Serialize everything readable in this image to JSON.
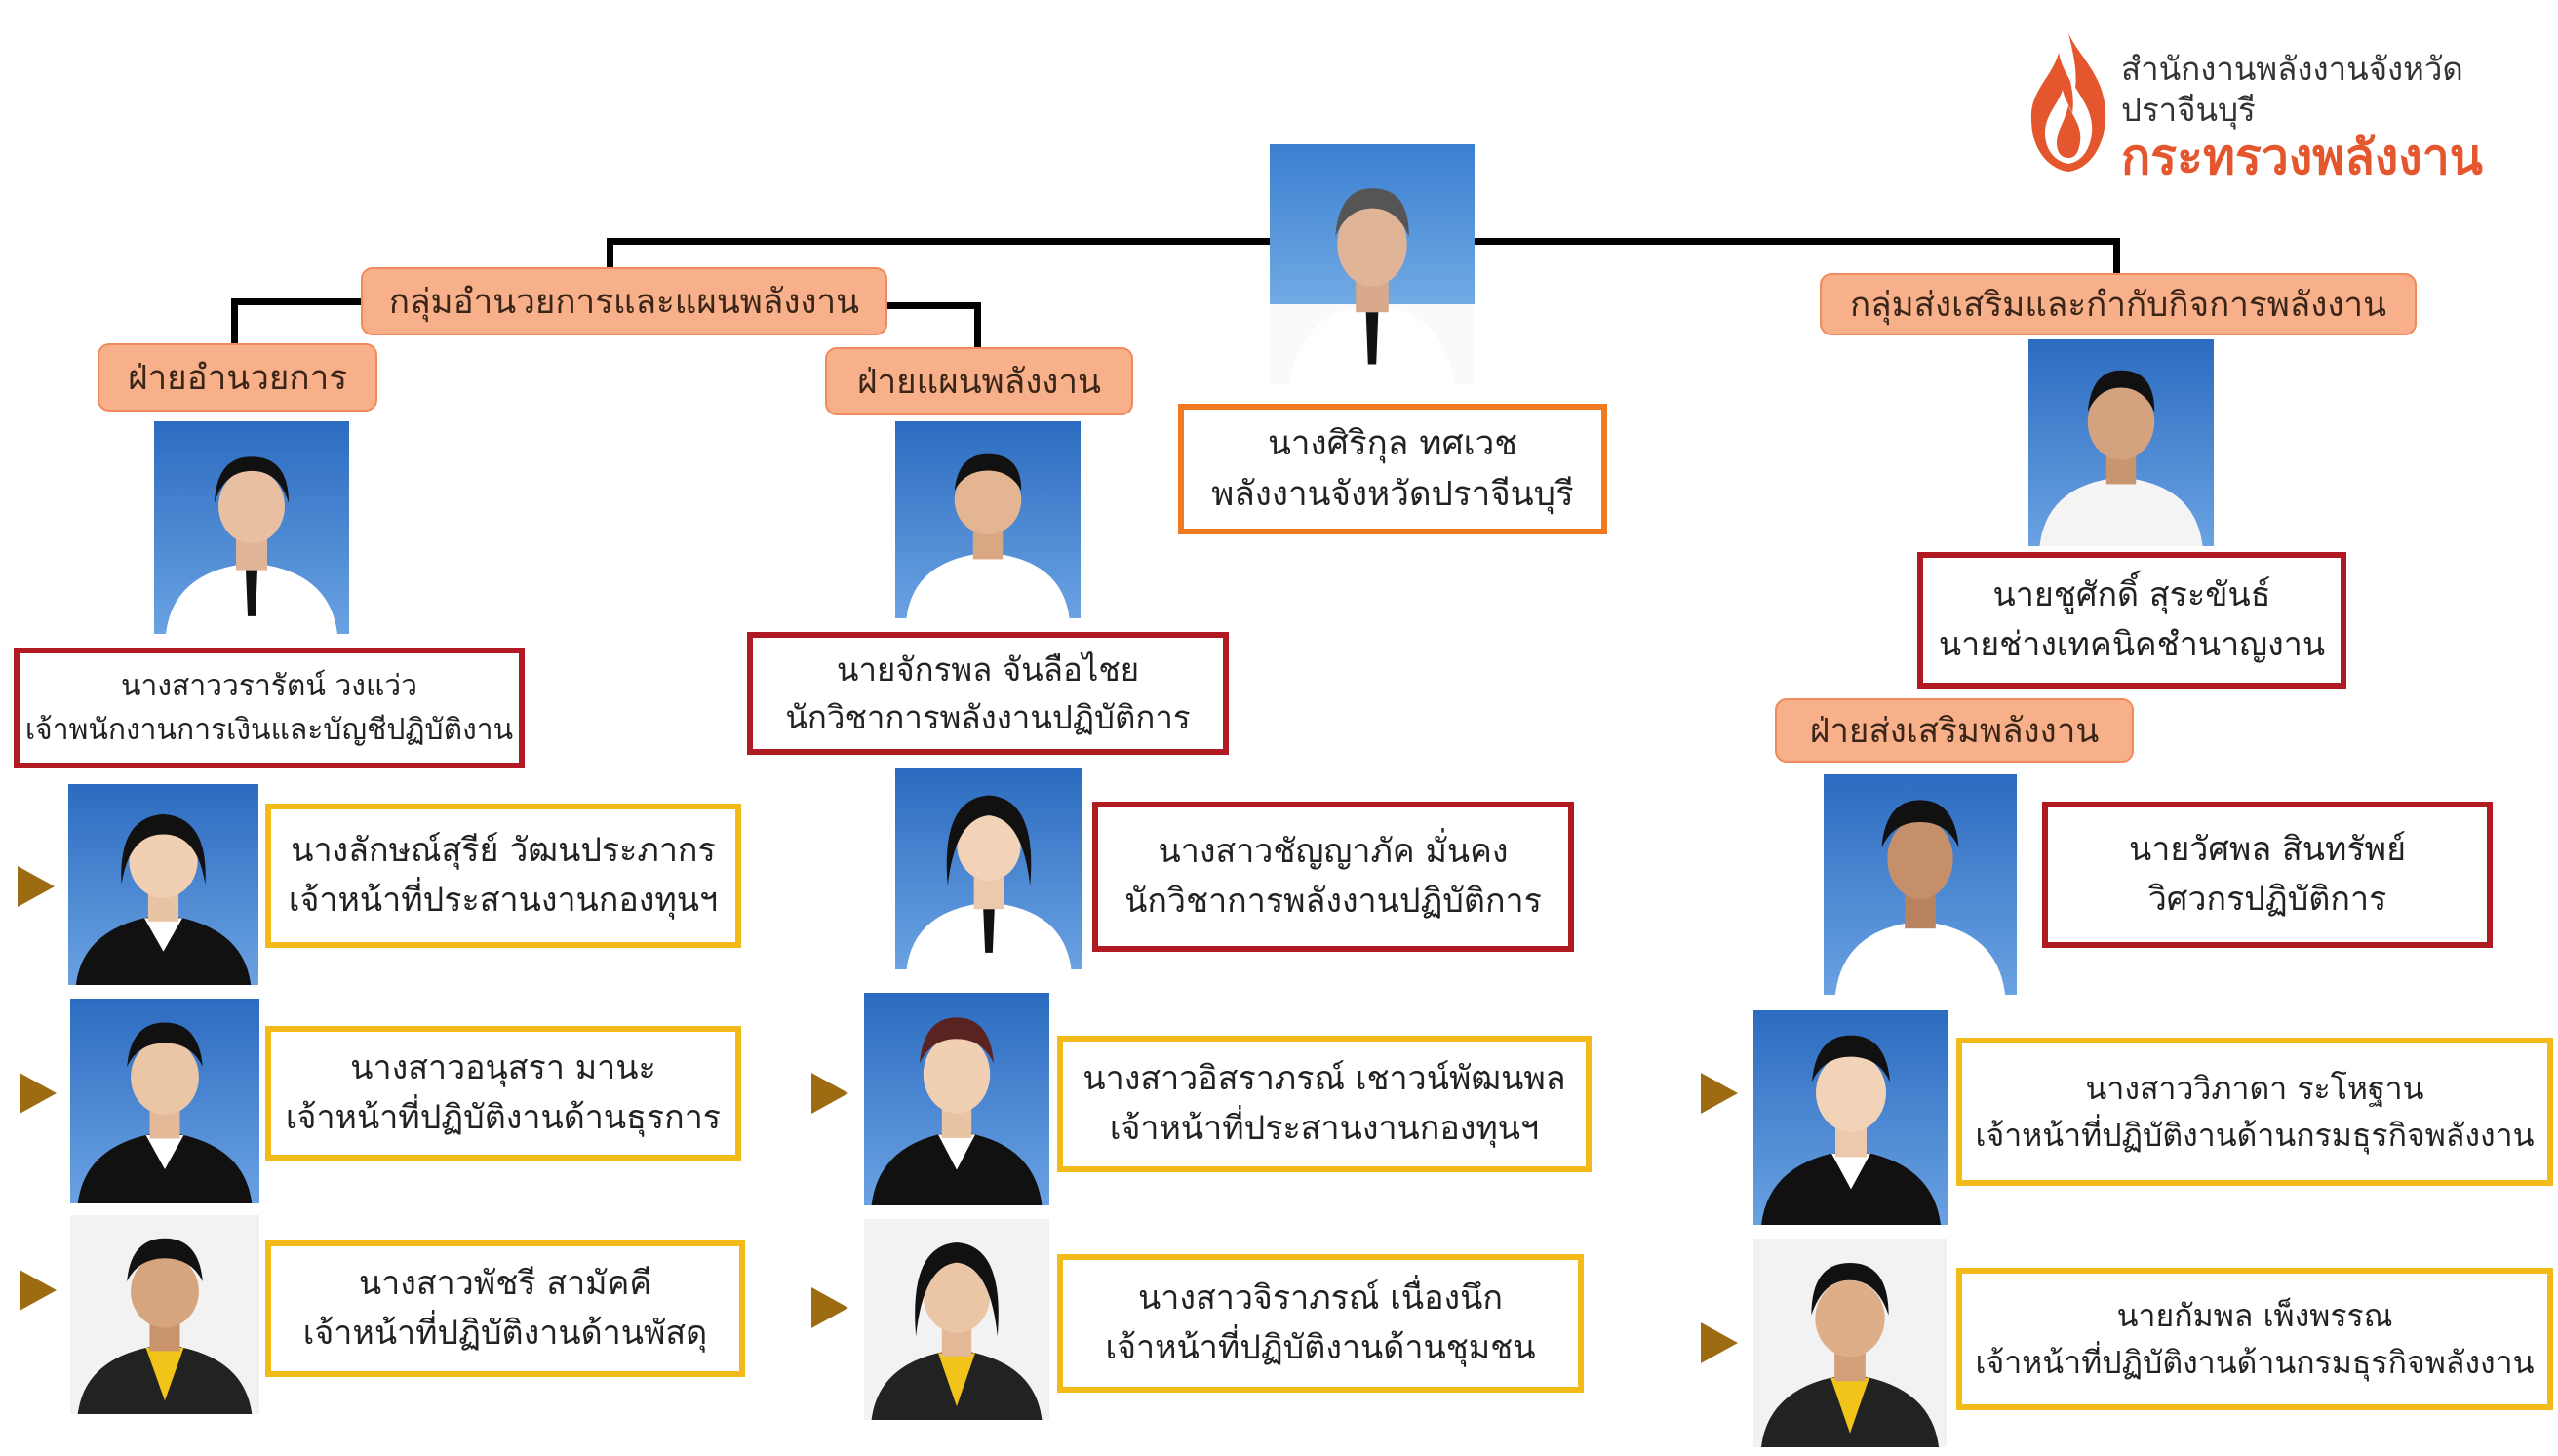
{
  "logo": {
    "line1": "สำนักงานพลังงานจังหวัด",
    "line2": "ปราจีนบุรี",
    "line3": "กระทรวงพลังงาน",
    "brand_color": "#e4572e"
  },
  "head": {
    "name": "นางศิริกุล ทศเวช",
    "position": "พลังงานจังหวัดปราจีนบุรี"
  },
  "groups": {
    "admin_planning": "กลุ่มอำนวยการและแผนพลังงาน",
    "promotion": "กลุ่มส่งเสริมและกำกับกิจการพลังงาน"
  },
  "divisions": {
    "admin": "ฝ่ายอำนวยการ",
    "planning": "ฝ่ายแผนพลังงาน",
    "promotion": "ฝ่ายส่งเสริมพลังงาน"
  },
  "staff": {
    "admin_lead": {
      "name": "นางสาววรารัตน์  วงแว่ว",
      "position": "เจ้าพนักงานการเงินและบัญชีปฏิบัติงาน"
    },
    "admin_1": {
      "name": "นางลักษณ์สุรีย์ วัฒนประภากร",
      "position": "เจ้าหน้าที่ประสานงานกองทุนฯ"
    },
    "admin_2": {
      "name": "นางสาวอนุสรา มานะ",
      "position": "เจ้าหน้าที่ปฏิบัติงานด้านธุรการ"
    },
    "admin_3": {
      "name": "นางสาวพัชรี สามัคคี",
      "position": "เจ้าหน้าที่ปฏิบัติงานด้านพัสดุ"
    },
    "planning_lead": {
      "name": "นายจักรพล   จันลือไชย",
      "position": "นักวิชาการพลังงานปฏิบัติการ"
    },
    "planning_2": {
      "name": "นางสาวชัญญาภัค มั่นคง",
      "position": "นักวิชาการพลังงานปฏิบัติการ"
    },
    "planning_3": {
      "name": "นางสาวอิสราภรณ์  เชาวน์พัฒนพล",
      "position": "เจ้าหน้าที่ประสานงานกองทุนฯ"
    },
    "planning_4": {
      "name": "นางสาวจิราภรณ์ เนื่องนึก",
      "position": "เจ้าหน้าที่ปฏิบัติงานด้านชุมชน"
    },
    "promo_lead": {
      "name": "นายชูศักดิ์  สุระขันธ์",
      "position": "นายช่างเทคนิคชำนาญงาน"
    },
    "promo_2": {
      "name": "นายวัศพล สินทรัพย์",
      "position": "วิศวกรปฏิบัติการ"
    },
    "promo_3": {
      "name": "นางสาววิภาดา ระโหฐาน",
      "position": "เจ้าหน้าที่ปฏิบัติงานด้านกรมธุรกิจพลังงาน"
    },
    "promo_4": {
      "name": "นายกัมพล เพ็งพรรณ",
      "position": "เจ้าหน้าที่ปฏิบัติงานด้านกรมธุรกิจพลังงาน"
    }
  },
  "colors": {
    "group_fill": "#f8b08a",
    "red_border": "#b01a22",
    "orange_border": "#ef7a22",
    "yellow_border": "#f2bb1a",
    "arrow": "#9c6b12"
  },
  "icons": [
    "flame-logo-icon",
    "person-photo",
    "arrow-right-icon"
  ]
}
